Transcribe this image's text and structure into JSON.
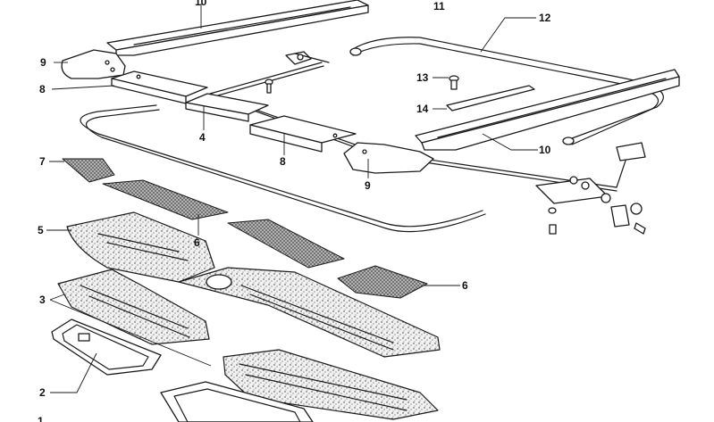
{
  "diagram": {
    "callouts": [
      {
        "id": "c10a",
        "text": "10"
      },
      {
        "id": "c11",
        "text": "11"
      },
      {
        "id": "c12",
        "text": "12"
      },
      {
        "id": "c9a",
        "text": "9"
      },
      {
        "id": "c8a",
        "text": "8"
      },
      {
        "id": "c13",
        "text": "13"
      },
      {
        "id": "c14",
        "text": "14"
      },
      {
        "id": "c4",
        "text": "4"
      },
      {
        "id": "c8b",
        "text": "8"
      },
      {
        "id": "c10b",
        "text": "10"
      },
      {
        "id": "c9b",
        "text": "9"
      },
      {
        "id": "c7",
        "text": "7"
      },
      {
        "id": "c6a",
        "text": "6"
      },
      {
        "id": "c5",
        "text": "5"
      },
      {
        "id": "c6b",
        "text": "6"
      },
      {
        "id": "c3",
        "text": "3"
      },
      {
        "id": "c2",
        "text": "2"
      },
      {
        "id": "c1",
        "text": "1"
      }
    ]
  },
  "colors": {
    "ink": "#1a1a1a",
    "paper": "#ffffff"
  }
}
